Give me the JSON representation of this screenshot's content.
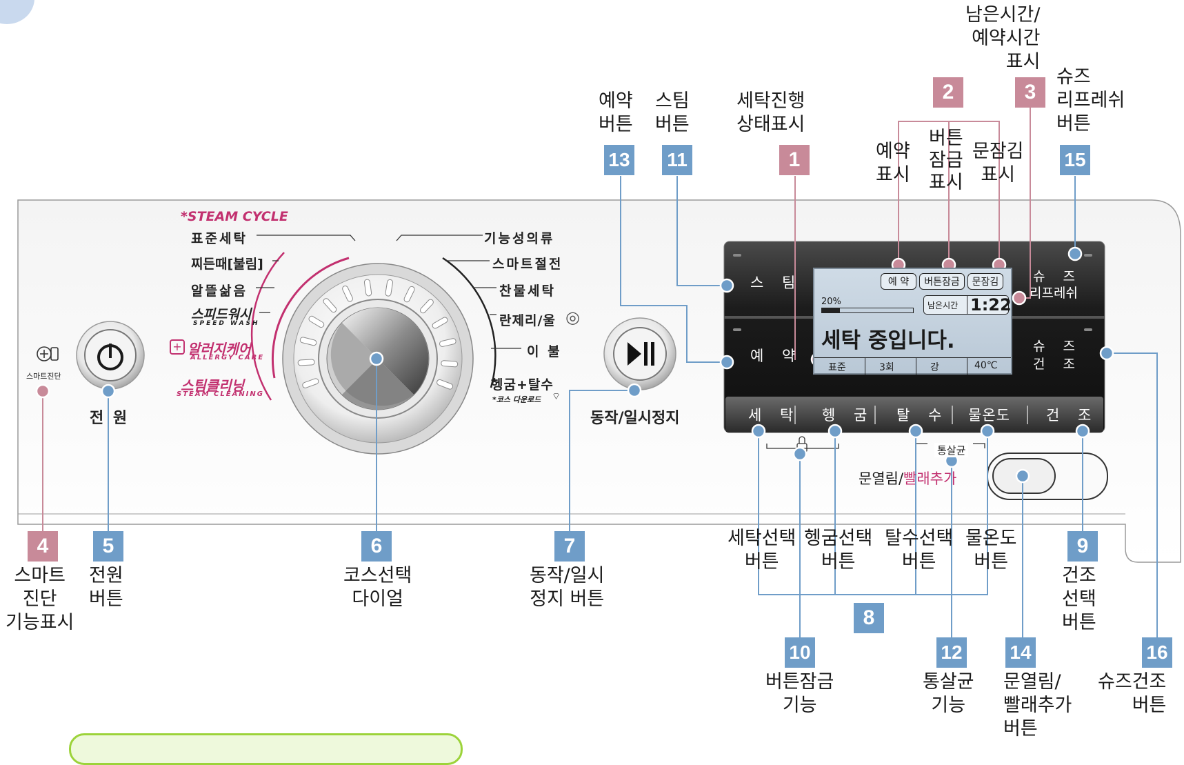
{
  "panel": {
    "steam_cycle": "*STEAM CYCLE",
    "smart_diag_text": "스마트진단",
    "power_label": "전 원",
    "start_pause_label": "동작/일시정지",
    "door_label_a": "문열림/",
    "door_label_b": "빨래추가",
    "sterilize_label": "통살균",
    "dial_left": [
      "표준세탁",
      "찌든때[불림]",
      "알뜰삶음",
      "스피드워시"
    ],
    "speed_wash_sub": "SPEED WASH",
    "allergy": "알러지케어",
    "allergy_sub": "ALLERGY CARE",
    "steam_clean": "스팀클리닝",
    "steam_clean_sub": "STEAM CLEANING",
    "dial_right": [
      "기능성의류",
      "스마트절전",
      "찬물세탁",
      "란제리/울",
      "이 불",
      "헹굼+탈수"
    ],
    "download_note": "*코스 다운로드",
    "buttons": {
      "steam": "스 팀",
      "reserve": "예 약",
      "shoes_refresh_a": "슈 즈",
      "shoes_refresh_b": "리프레쉬",
      "shoes_dry_a": "슈 즈",
      "shoes_dry_b": "건 조",
      "row": [
        "세 탁",
        "헹 굼",
        "탈 수",
        "물온도",
        "건 조"
      ]
    },
    "lcd": {
      "ind_reserve": "예 약",
      "ind_lock": "버튼잠금",
      "ind_door": "문잠김",
      "progress": "20%",
      "progress_value": 0.2,
      "remain_label": "남은시간",
      "time": "1:22",
      "message": "세탁 중입니다.",
      "cells": [
        "표준",
        "3회",
        "강",
        "40℃"
      ]
    }
  },
  "callouts": [
    {
      "num": "1",
      "label": [
        "세탁진행",
        "상태표시"
      ],
      "color": "pink"
    },
    {
      "num": "2",
      "label": [],
      "color": "pink"
    },
    {
      "num": "3",
      "label": [
        "남은시간/",
        "예약시간",
        "표시"
      ],
      "color": "pink"
    },
    {
      "num": "4",
      "label": [
        "스마트",
        "진단",
        "기능표시"
      ],
      "color": "pink"
    },
    {
      "num": "5",
      "label": [
        "전원",
        "버튼"
      ],
      "color": "blue"
    },
    {
      "num": "6",
      "label": [
        "코스선택",
        "다이얼"
      ],
      "color": "blue"
    },
    {
      "num": "7",
      "label": [
        "동작/일시",
        "정지 버튼"
      ],
      "color": "blue"
    },
    {
      "num": "8",
      "label": [],
      "color": "blue"
    },
    {
      "num": "9",
      "label": [
        "건조",
        "선택",
        "버튼"
      ],
      "color": "blue"
    },
    {
      "num": "10",
      "label": [
        "버튼잠금",
        "기능"
      ],
      "color": "blue"
    },
    {
      "num": "11",
      "label": [
        "스팀",
        "버튼"
      ],
      "color": "blue"
    },
    {
      "num": "12",
      "label": [
        "통살균",
        "기능"
      ],
      "color": "blue"
    },
    {
      "num": "13",
      "label": [
        "예약",
        "버튼"
      ],
      "color": "blue"
    },
    {
      "num": "14",
      "label": [
        "문열림/",
        "빨래추가",
        "버튼"
      ],
      "color": "blue"
    },
    {
      "num": "15",
      "label": [
        "슈즈",
        "리프레쉬",
        "버튼"
      ],
      "color": "blue"
    },
    {
      "num": "16",
      "label": [
        "슈즈건조",
        "버튼"
      ],
      "color": "blue"
    }
  ],
  "sub_labels": {
    "reserve_ind": [
      "예약",
      "표시"
    ],
    "lock_ind": [
      "버튼",
      "잠금",
      "표시"
    ],
    "door_ind": [
      "문잠김",
      "표시"
    ],
    "wash_sel": [
      "세탁선택",
      "버튼"
    ],
    "rinse_sel": [
      "헹굼선택",
      "버튼"
    ],
    "spin_sel": [
      "탈수선택",
      "버튼"
    ],
    "temp_sel": [
      "물온도",
      "버튼"
    ]
  },
  "colors": {
    "blue": "#6f9dc8",
    "pink": "#c88a99",
    "magenta": "#c2306f",
    "panel_dark": "#1e1e1e"
  }
}
